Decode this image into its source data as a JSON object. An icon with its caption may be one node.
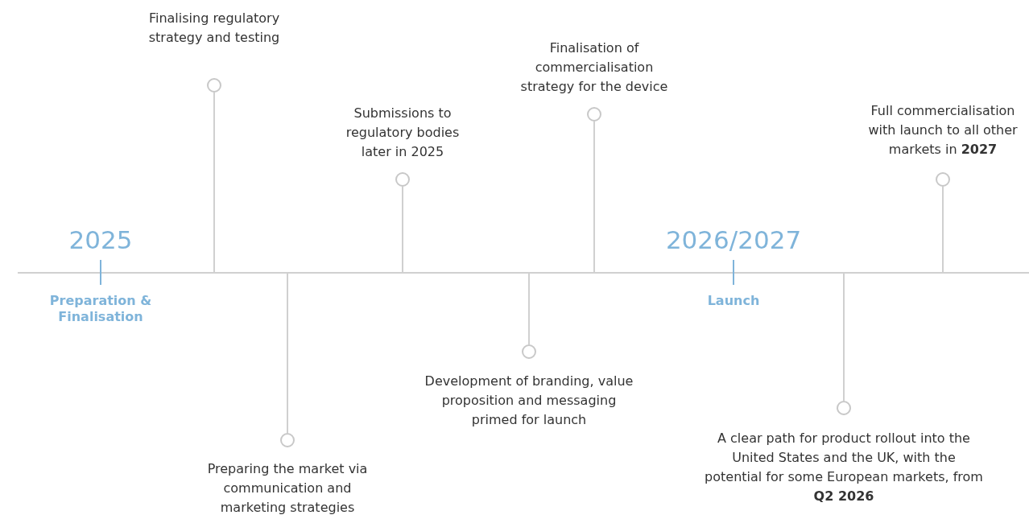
{
  "diagram": {
    "labels": [
      "Finalising regulatory strategy and testing",
      "Finalisation of commercialisation strategy for the device",
      "Submissions to regulatory bodies later in 2025",
      "Full commercialisation with launch to all other markets in **2027**",
      "2025",
      "2026/2027",
      "Preparation & Finalisation",
      "Launch",
      "Development of branding, value proposition and messaging primed for launch",
      "Preparing the market via communication and marketing strategies",
      "A clear path for product rollout into the United States and the UK, with the potential for some European markets, from **Q2 2026**"
    ]
  }
}
